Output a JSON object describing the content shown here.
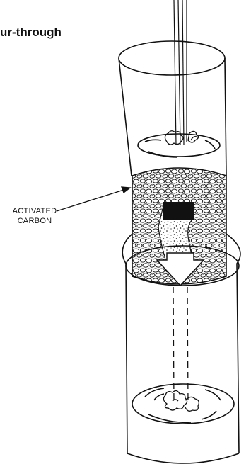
{
  "diagram": {
    "title_fragment": "ur-through",
    "label": {
      "line1": "ACTIVATED",
      "line2": "CARBON"
    }
  }
}
